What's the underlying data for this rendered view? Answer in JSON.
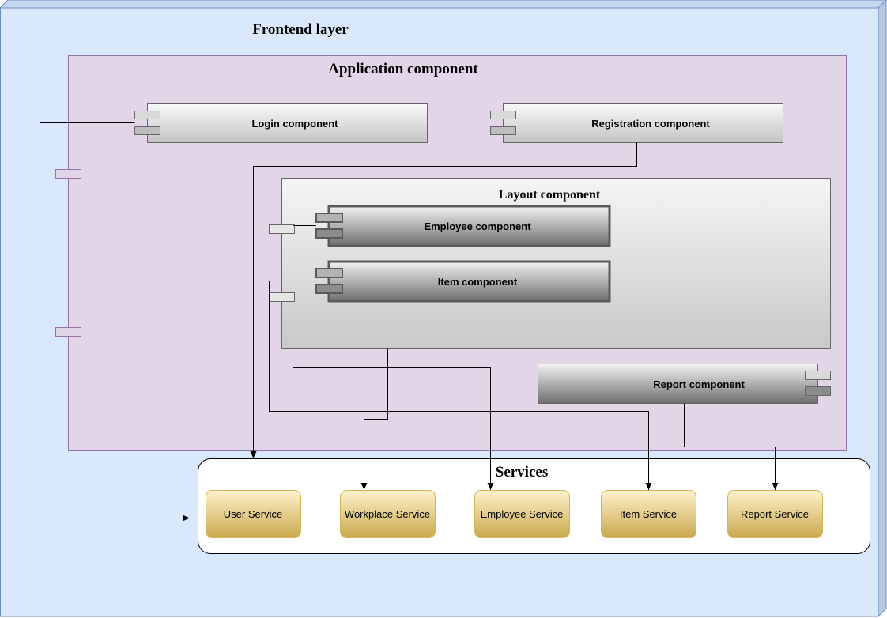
{
  "frontend": {
    "title": "Frontend layer"
  },
  "application": {
    "title": "Application component"
  },
  "components": {
    "login": "Login component",
    "registration": "Registration component",
    "layout": "Layout component",
    "employee": "Employee component",
    "item": "Item component",
    "report": "Report component"
  },
  "services": {
    "title": "Services",
    "user": "User Service",
    "workplace": "Workplace Service",
    "employee": "Employee Service",
    "item": "Item Service",
    "report": "Report Service"
  },
  "colors": {
    "frontend_fill": "#dae8fc",
    "frontend_stroke": "#6c8ebf",
    "application_fill": "#e1d5e7",
    "application_stroke": "#9673a6",
    "service_fill_top": "#fff2cc",
    "service_fill_bottom": "#c8a94e",
    "service_stroke": "#d6b656"
  }
}
